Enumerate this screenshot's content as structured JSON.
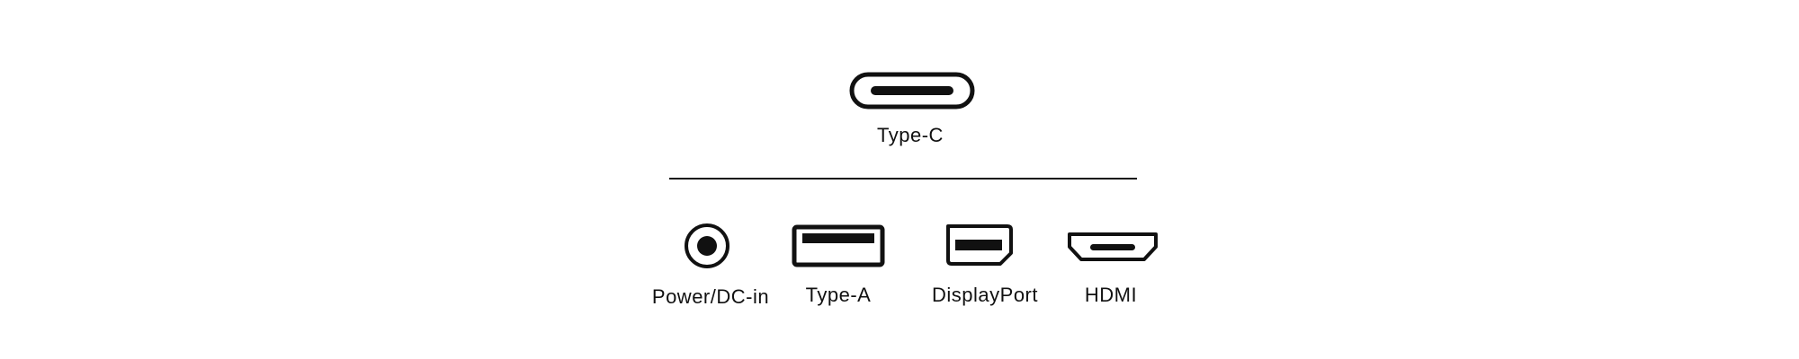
{
  "ports": {
    "type_c": {
      "label": "Type-C"
    },
    "power_dc_in": {
      "label": "Power/DC-in"
    },
    "type_a": {
      "label": "Type-A"
    },
    "displayport": {
      "label": "DisplayPort"
    },
    "hdmi": {
      "label": "HDMI"
    }
  },
  "icons": {
    "type_c": "usb-type-c-port-icon",
    "power_dc_in": "dc-barrel-jack-icon",
    "type_a": "usb-type-a-port-icon",
    "displayport": "displayport-port-icon",
    "hdmi": "hdmi-port-icon"
  },
  "colors": {
    "stroke": "#111111",
    "background": "#ffffff"
  }
}
